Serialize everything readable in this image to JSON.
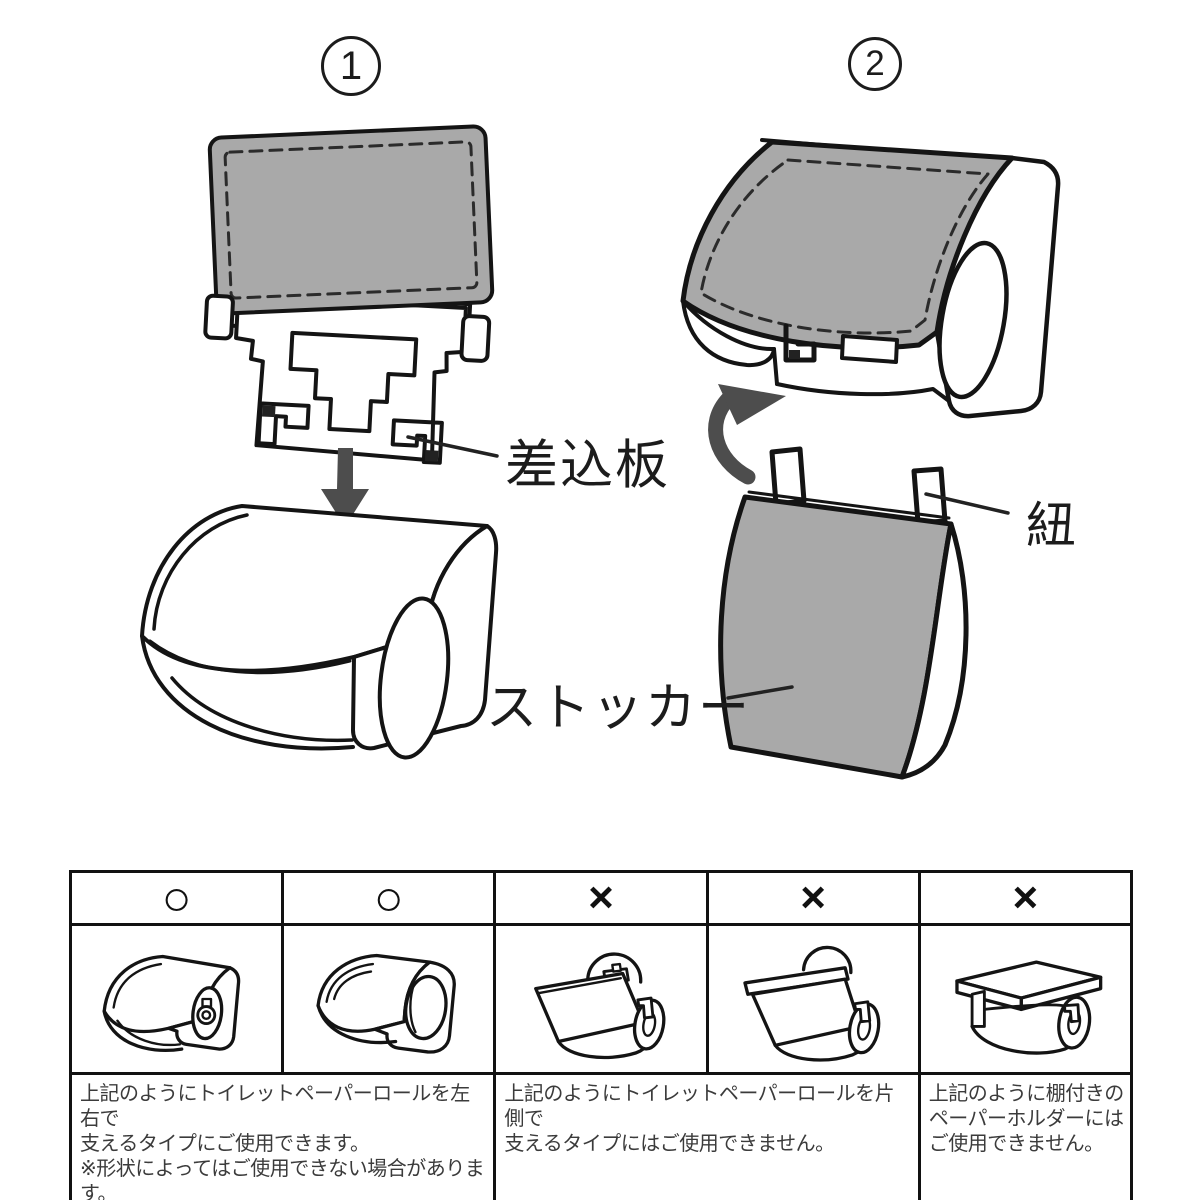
{
  "figure": {
    "steps": [
      {
        "number": "1"
      },
      {
        "number": "2"
      }
    ],
    "labels": {
      "insert_plate": "差込板",
      "cord": "紐",
      "stocker": "ストッカー"
    }
  },
  "table": {
    "marks": [
      "○",
      "○",
      "×",
      "×",
      "×"
    ],
    "icons": [
      "roll-holder-side-supported",
      "roll-holder-box-type",
      "roll-holder-one-side-dome-mount",
      "roll-holder-one-side-bar-mount",
      "roll-holder-with-shelf"
    ],
    "notes": [
      {
        "colspan": 2,
        "text": "上記のようにトイレットペーパーロールを左右で\n支えるタイプにご使用できます。\n※形状によってはご使用できない場合があります。"
      },
      {
        "colspan": 2,
        "text": "上記のようにトイレットペーパーロールを片側で\n支えるタイプにはご使用できません。"
      },
      {
        "colspan": 1,
        "text": "上記のように棚付きの\nペーパーホルダーには\nご使用できません。"
      }
    ]
  },
  "colors": {
    "fabric_gray": "#a9a9a9",
    "arrow_gray": "#4d4d4d",
    "line": "#141414",
    "text": "#3b3b3b"
  }
}
